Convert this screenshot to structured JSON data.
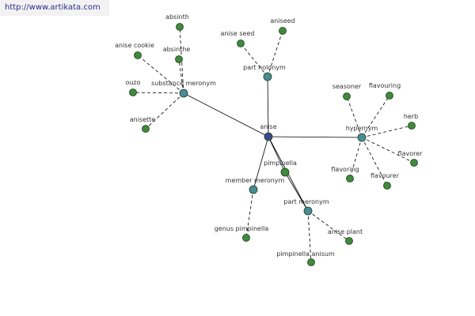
{
  "watermark": {
    "text": "http://www.artikata.com"
  },
  "colors": {
    "center": "#3b4a8c",
    "relation": "#4a8c96",
    "leaf": "#3f8a3c",
    "edge": "#000000"
  },
  "graph": {
    "center": {
      "id": "anise",
      "label": "anise"
    },
    "relations": [
      {
        "id": "substance-meronym",
        "label": "substance meronym",
        "leaves": [
          "absinth",
          "anise cookie",
          "absinthe",
          "ouzo",
          "anisette"
        ]
      },
      {
        "id": "part-holonym",
        "label": "part holonym",
        "leaves": [
          "anise seed",
          "aniseed"
        ]
      },
      {
        "id": "hypernym",
        "label": "hypernym",
        "leaves": [
          "seasoner",
          "flavouring",
          "herb",
          "flavorer",
          "flavourer",
          "flavoring"
        ]
      },
      {
        "id": "member-meronym",
        "label": "member meronym",
        "leaves": [
          "genus pimpinella"
        ]
      },
      {
        "id": "pimpinella",
        "label": "pimpinella",
        "leaves": []
      },
      {
        "id": "part-meronym",
        "label": "part meronym",
        "leaves": [
          "anise plant",
          "pimpinella anisum"
        ]
      }
    ]
  }
}
